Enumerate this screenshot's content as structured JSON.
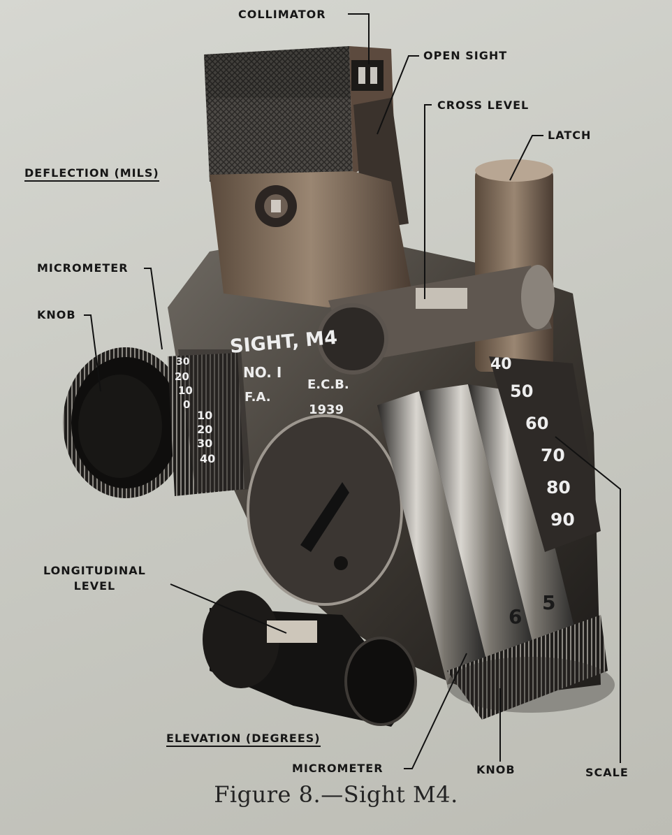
{
  "caption": "Figure 8.—Sight M4.",
  "labels": {
    "collimator": "COLLIMATOR",
    "open_sight": "OPEN SIGHT",
    "cross_level": "CROSS LEVEL",
    "latch": "LATCH",
    "deflection": "DEFLECTION (MILS)",
    "micrometer_left": "MICROMETER",
    "knob_left": "KNOB",
    "longitudinal_level": "LONGITUDINAL\nLEVEL",
    "elevation": "ELEVATION (DEGREES)",
    "micrometer_bottom": "MICROMETER",
    "knob_bottom": "KNOB",
    "scale": "SCALE"
  },
  "engraving": {
    "model": "SIGHT, M4",
    "number": "NO. I",
    "fa": "F.A.",
    "ecb": "E.C.B.",
    "year": "1939"
  },
  "deflection_scale": [
    "30",
    "20",
    "10",
    "0",
    "10",
    "20",
    "30",
    "40"
  ],
  "elevation_scale": [
    "40",
    "50",
    "60",
    "70",
    "80",
    "90"
  ],
  "elevation_micrometer": [
    "6",
    "5"
  ]
}
